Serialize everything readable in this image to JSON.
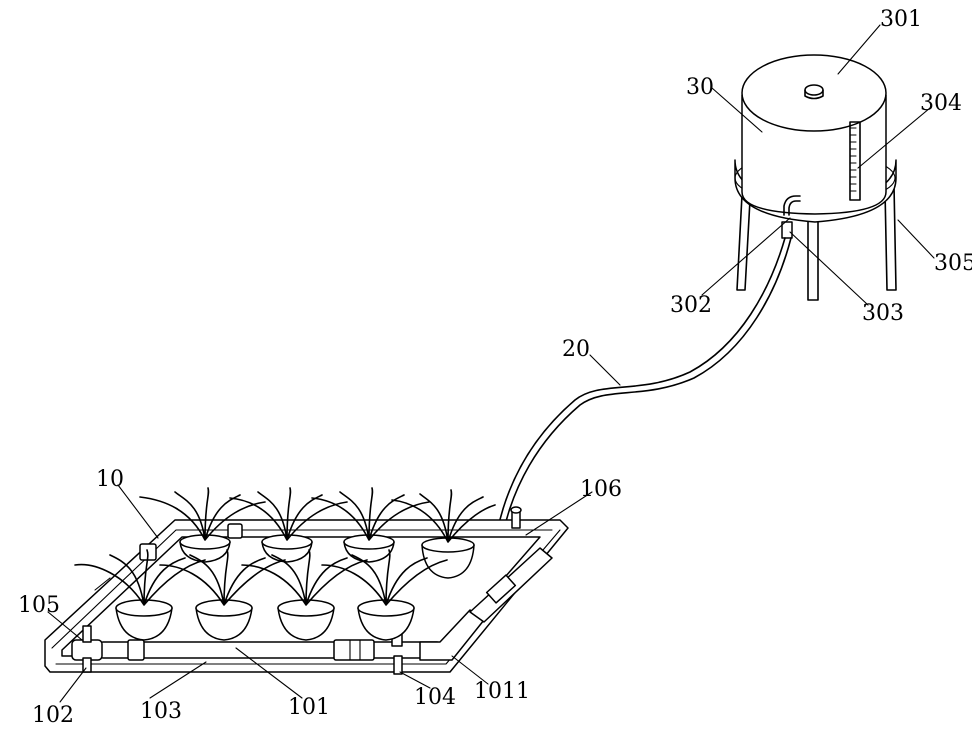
{
  "labels": {
    "plant_frame": "10",
    "main_pipe": "101",
    "pipe_elbow": "1011",
    "tee_joint": "102",
    "side_pipe": "103",
    "valve": "104",
    "end_cap": "105",
    "inlet_connector": "106",
    "hose": "20",
    "water_tank": "30",
    "tank_lid_knob": "301",
    "outlet_pipe": "302",
    "outlet_valve": "303",
    "level_scale": "304",
    "support_stand": "305"
  }
}
